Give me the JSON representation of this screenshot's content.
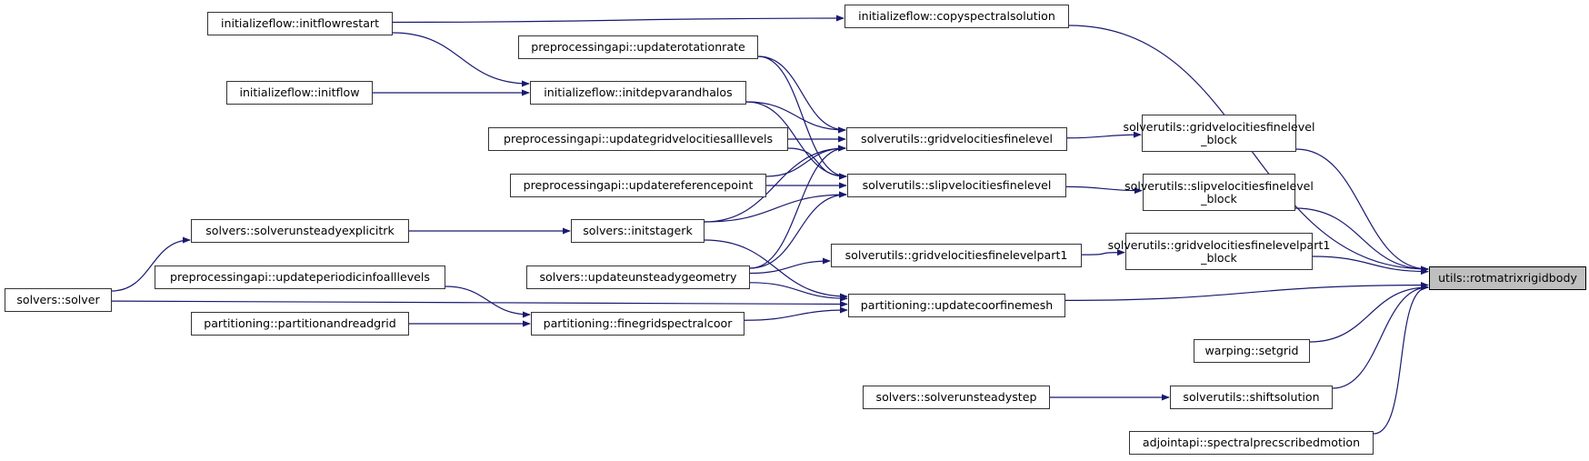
{
  "diagram": {
    "type": "call-graph (caller graph)",
    "focus_node": "n_rotmatrix",
    "colors": {
      "edge": "#191970",
      "node_border": "#333333",
      "focus_fill": "#bfbfbf",
      "node_fill": "#ffffff"
    },
    "nodes": {
      "n_rotmatrix": {
        "lines": [
          "utils::rotmatrixrigidbody"
        ]
      },
      "n_copyspectral": {
        "lines": [
          "initializeflow::copyspectralsolution"
        ]
      },
      "n_gvfl_block": {
        "lines": [
          "solverutils::gridvelocitiesfinelevel",
          "_block"
        ]
      },
      "n_svfl_block": {
        "lines": [
          "solverutils::slipvelocitiesfinelevel",
          "_block"
        ]
      },
      "n_gvflp1_block": {
        "lines": [
          "solverutils::gridvelocitiesfinelevelpart1",
          "_block"
        ]
      },
      "n_updatecoor": {
        "lines": [
          "partitioning::updatecoorfinemesh"
        ]
      },
      "n_setgrid": {
        "lines": [
          "warping::setgrid"
        ]
      },
      "n_shiftsolution": {
        "lines": [
          "solverutils::shiftsolution"
        ]
      },
      "n_spectralprescribed": {
        "lines": [
          "adjointapi::spectralprecscribedmotion"
        ]
      },
      "n_gvfl": {
        "lines": [
          "solverutils::gridvelocitiesfinelevel"
        ]
      },
      "n_svfl": {
        "lines": [
          "solverutils::slipvelocitiesfinelevel"
        ]
      },
      "n_gvflp1": {
        "lines": [
          "solverutils::gridvelocitiesfinelevelpart1"
        ]
      },
      "n_unsteadystep": {
        "lines": [
          "solvers::solverunsteadystep"
        ]
      },
      "n_initflowrestart": {
        "lines": [
          "initializeflow::initflowrestart"
        ]
      },
      "n_updaterotation": {
        "lines": [
          "preprocessingapi::updaterotationrate"
        ]
      },
      "n_initdepvar": {
        "lines": [
          "initializeflow::initdepvarandhalos"
        ]
      },
      "n_initflow": {
        "lines": [
          "initializeflow::initflow"
        ]
      },
      "n_updategridvel": {
        "lines": [
          "preprocessingapi::updategridvelocitiesalllevels"
        ]
      },
      "n_updateref": {
        "lines": [
          "preprocessingapi::updatereferencepoint"
        ]
      },
      "n_initstagerk": {
        "lines": [
          "solvers::initstagerk"
        ]
      },
      "n_explicitrk": {
        "lines": [
          "solvers::solverunsteadyexplicitrk"
        ]
      },
      "n_updategeom": {
        "lines": [
          "solvers::updateunsteadygeometry"
        ]
      },
      "n_periodic": {
        "lines": [
          "preprocessingapi::updateperiodicinfoalllevels"
        ]
      },
      "n_finegrid": {
        "lines": [
          "partitioning::finegridspectralcoor"
        ]
      },
      "n_partition": {
        "lines": [
          "partitioning::partitionandreadgrid"
        ]
      },
      "n_solver": {
        "lines": [
          "solvers::solver"
        ]
      }
    },
    "edges": [
      {
        "from": "n_initflowrestart",
        "to": "n_copyspectral"
      },
      {
        "from": "n_initflowrestart",
        "to": "n_initdepvar"
      },
      {
        "from": "n_initflow",
        "to": "n_initdepvar"
      },
      {
        "from": "n_copyspectral",
        "to": "n_rotmatrix"
      },
      {
        "from": "n_updaterotation",
        "to": "n_gvfl"
      },
      {
        "from": "n_updaterotation",
        "to": "n_svfl"
      },
      {
        "from": "n_initdepvar",
        "to": "n_gvfl"
      },
      {
        "from": "n_initdepvar",
        "to": "n_svfl"
      },
      {
        "from": "n_updategridvel",
        "to": "n_gvfl"
      },
      {
        "from": "n_updategridvel",
        "to": "n_svfl"
      },
      {
        "from": "n_updateref",
        "to": "n_gvfl"
      },
      {
        "from": "n_updateref",
        "to": "n_svfl"
      },
      {
        "from": "n_initstagerk",
        "to": "n_gvfl"
      },
      {
        "from": "n_initstagerk",
        "to": "n_svfl"
      },
      {
        "from": "n_initstagerk",
        "to": "n_updatecoor"
      },
      {
        "from": "n_updategeom",
        "to": "n_gvfl"
      },
      {
        "from": "n_updategeom",
        "to": "n_svfl"
      },
      {
        "from": "n_updategeom",
        "to": "n_gvflp1"
      },
      {
        "from": "n_updategeom",
        "to": "n_updatecoor"
      },
      {
        "from": "n_explicitrk",
        "to": "n_initstagerk"
      },
      {
        "from": "n_solver",
        "to": "n_explicitrk"
      },
      {
        "from": "n_solver",
        "to": "n_updatecoor"
      },
      {
        "from": "n_periodic",
        "to": "n_finegrid"
      },
      {
        "from": "n_partition",
        "to": "n_finegrid"
      },
      {
        "from": "n_finegrid",
        "to": "n_updatecoor"
      },
      {
        "from": "n_gvfl",
        "to": "n_gvfl_block"
      },
      {
        "from": "n_svfl",
        "to": "n_svfl_block"
      },
      {
        "from": "n_gvflp1",
        "to": "n_gvflp1_block"
      },
      {
        "from": "n_gvfl_block",
        "to": "n_rotmatrix"
      },
      {
        "from": "n_svfl_block",
        "to": "n_rotmatrix"
      },
      {
        "from": "n_gvflp1_block",
        "to": "n_rotmatrix"
      },
      {
        "from": "n_updatecoor",
        "to": "n_rotmatrix"
      },
      {
        "from": "n_setgrid",
        "to": "n_rotmatrix"
      },
      {
        "from": "n_unsteadystep",
        "to": "n_shiftsolution"
      },
      {
        "from": "n_shiftsolution",
        "to": "n_rotmatrix"
      },
      {
        "from": "n_spectralprescribed",
        "to": "n_rotmatrix"
      }
    ]
  }
}
